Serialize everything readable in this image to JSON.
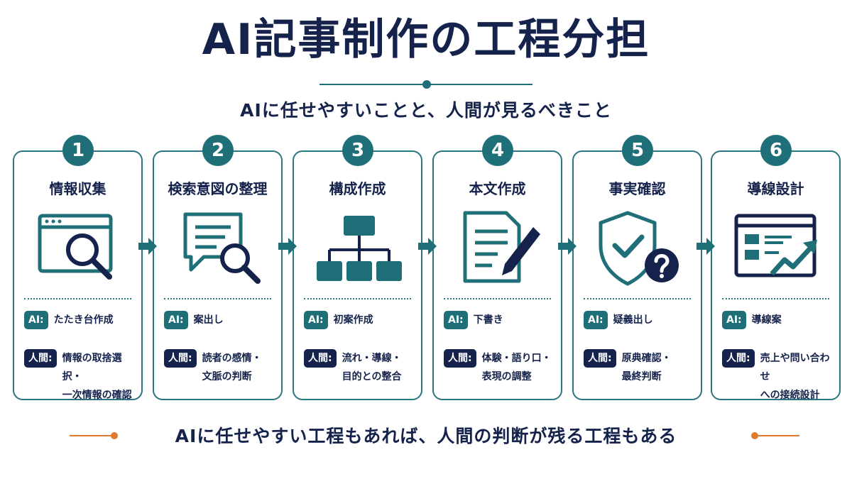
{
  "header": {
    "title": "AI記事制作の工程分担",
    "subtitle": "AIに任せやすいことと、人間が見るべきこと"
  },
  "labels": {
    "ai": "AI:",
    "human": "人間:"
  },
  "steps": [
    {
      "number": "1",
      "title": "情報収集",
      "icon": "browser-search-icon",
      "ai": "たたき台作成",
      "human_line1": "情報の取捨選択・",
      "human_line2": "一次情報の確認"
    },
    {
      "number": "2",
      "title": "検索意図の整理",
      "icon": "document-search-icon",
      "ai": "案出し",
      "human_line1": "読者の感情・",
      "human_line2": "文脈の判断"
    },
    {
      "number": "3",
      "title": "構成作成",
      "icon": "hierarchy-icon",
      "ai": "初案作成",
      "human_line1": "流れ・導線・",
      "human_line2": "目的との整合"
    },
    {
      "number": "4",
      "title": "本文作成",
      "icon": "document-pencil-icon",
      "ai": "下書き",
      "human_line1": "体験・語り口・",
      "human_line2": "表現の調整"
    },
    {
      "number": "5",
      "title": "事実確認",
      "icon": "shield-question-icon",
      "ai": "疑義出し",
      "human_line1": "原典確認・",
      "human_line2": "最終判断"
    },
    {
      "number": "6",
      "title": "導線設計",
      "icon": "dashboard-growth-icon",
      "ai": "導線案",
      "human_line1": "売上や問い合わせ",
      "human_line2": "への接続設計"
    }
  ],
  "footer": {
    "text": "AIに任せやすい工程もあれば、人間の判断が残る工程もある"
  },
  "colors": {
    "teal": "#1f6f79",
    "navy": "#15234c",
    "orange": "#e07a2e"
  }
}
